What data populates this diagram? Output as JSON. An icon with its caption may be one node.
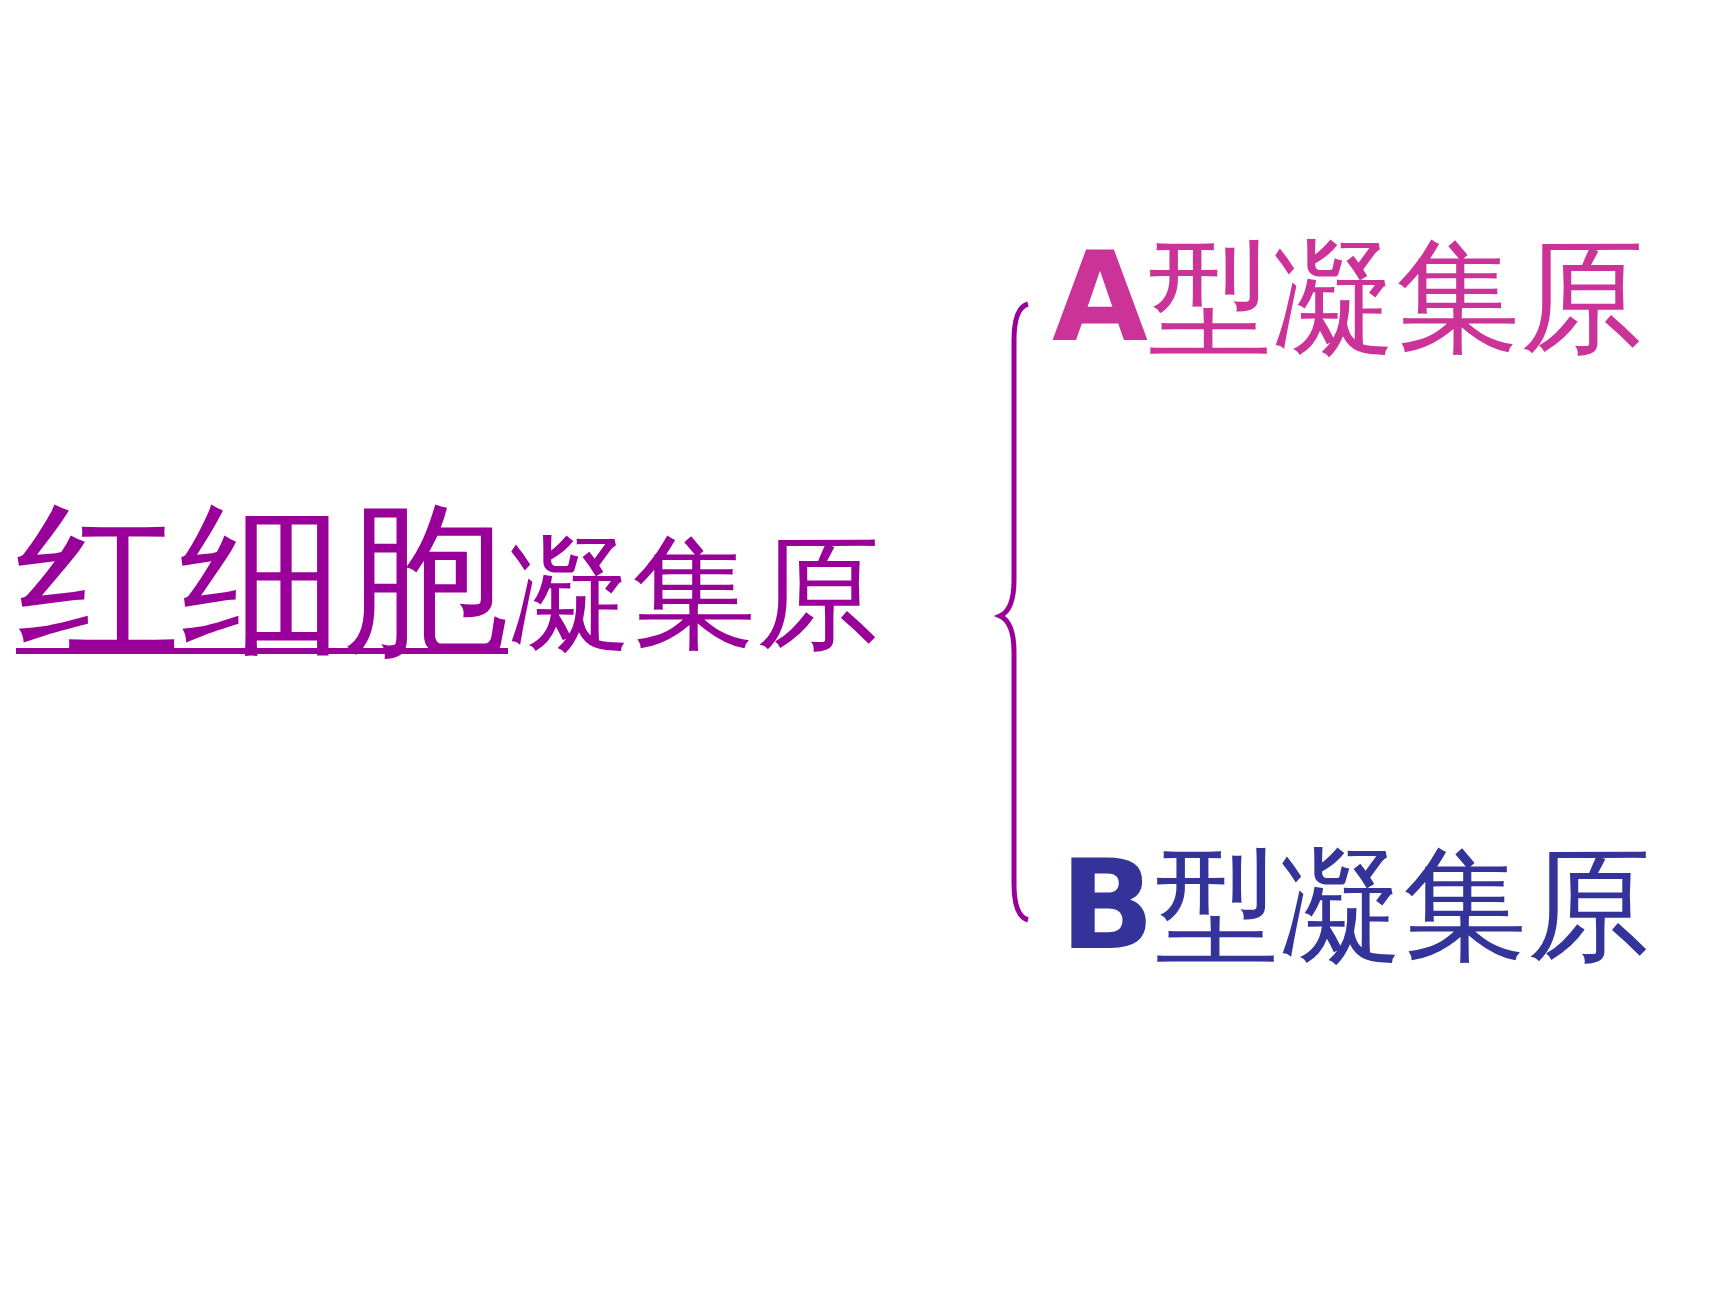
{
  "diagram": {
    "labels": [
      "红细胞凝集原",
      "**A**型凝集原",
      "**B**型凝集原"
    ]
  }
}
